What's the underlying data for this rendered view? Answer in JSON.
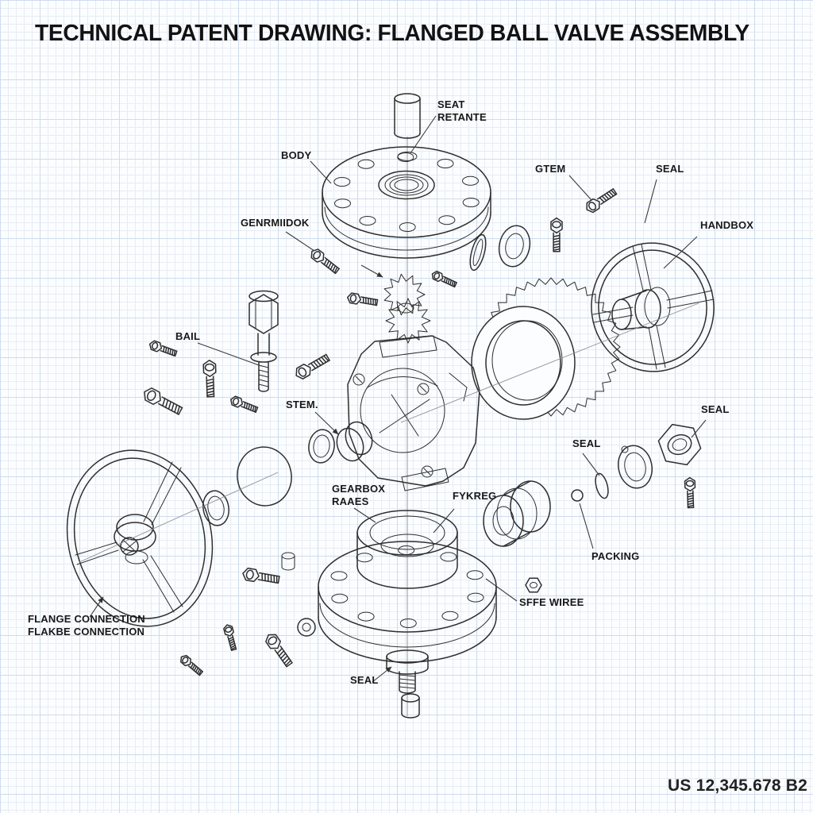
{
  "title": "TECHNICAL PATENT DRAWING: FLANGED BALL VALVE ASSEMBLY",
  "patent_number": "US 12,345.678 B2",
  "labels": {
    "seat_retainer": "SEAT\nRETANTE",
    "body": "BODY",
    "gtem": "GTEM",
    "seal_top": "SEAL",
    "handbox": "HANDBOX",
    "genrmidok": "GENRMIIDOK",
    "bail": "BAIL",
    "stem": "STEM.",
    "gearbox_raaes": "GEARBOX\nRAAES",
    "fykreg": "FYKREG",
    "seal_mid": "SEAL",
    "seal_right": "SEAL",
    "packing": "PACKING",
    "sffe_wiree": "SFFE WIREE",
    "flange_connection": "FLANGE CONNECTION\nFLAKBE CONNECTION",
    "seal_bottom": "SEAL"
  },
  "colors": {
    "ink": "#2e2e2e",
    "paper": "#fbfdff",
    "grid_minor": "#e7edf5",
    "grid_major": "#cfdcec"
  }
}
